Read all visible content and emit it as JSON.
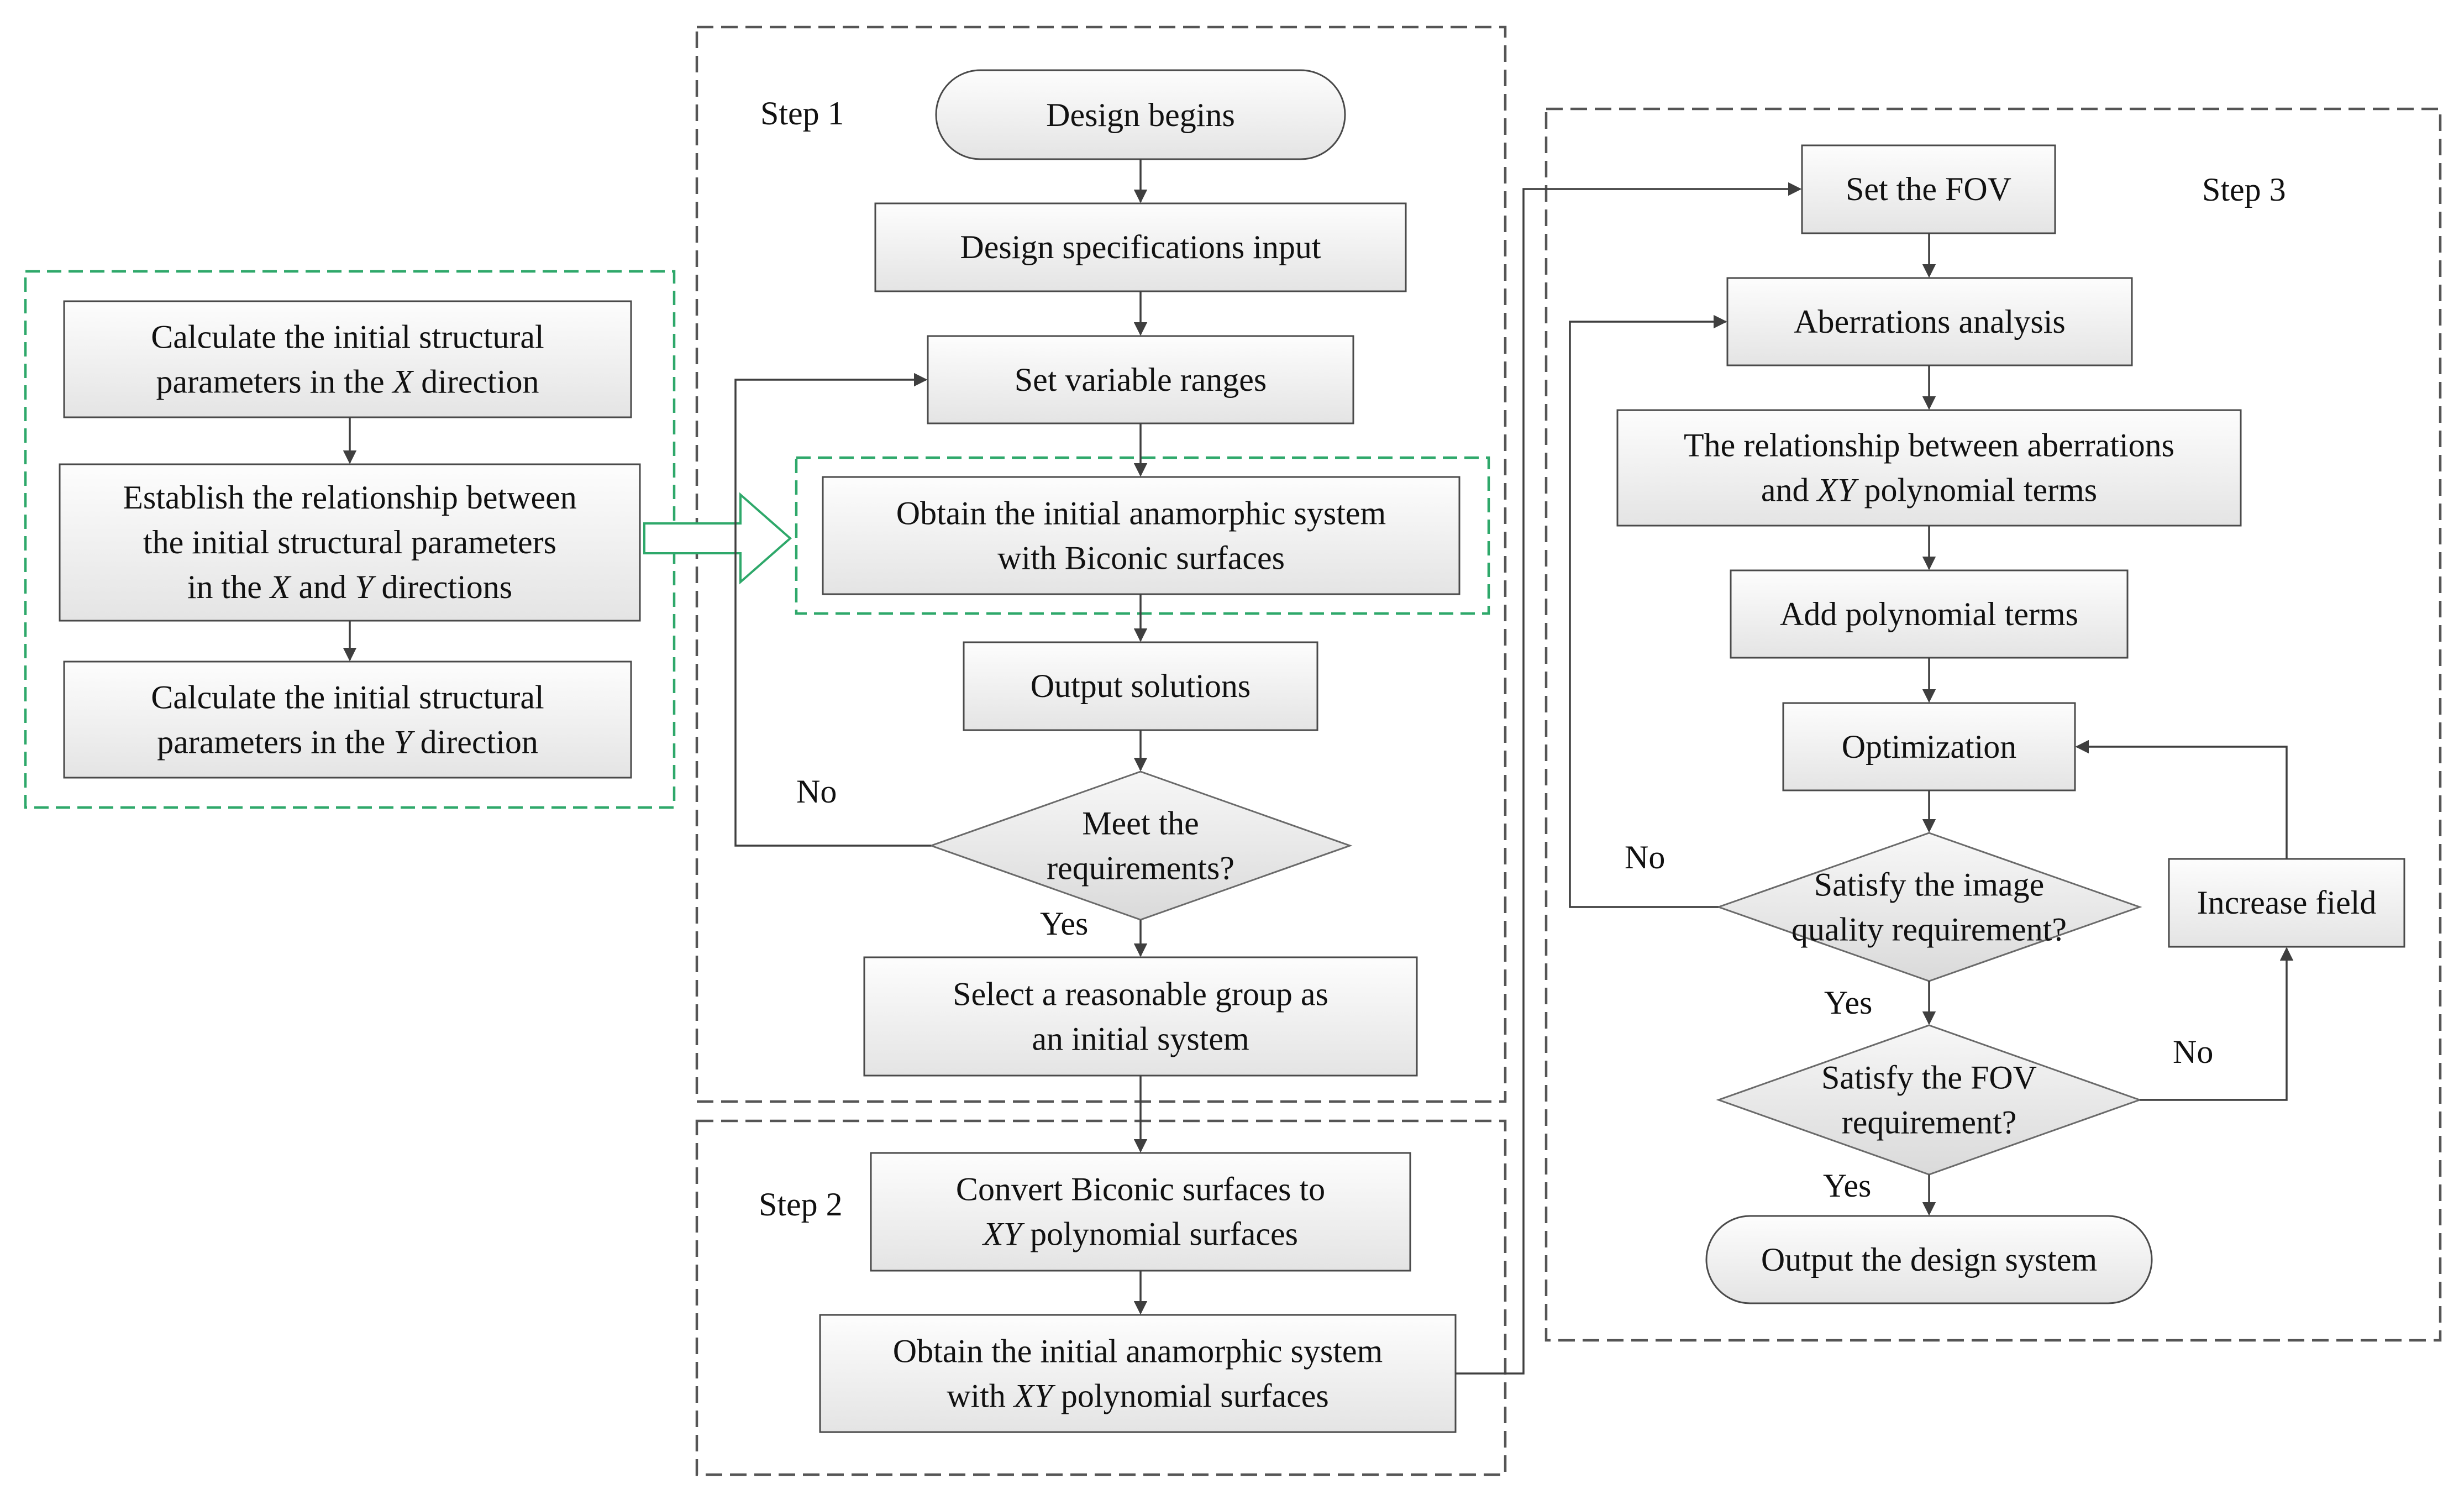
{
  "steps": {
    "step1": "Step 1",
    "step2": "Step 2",
    "step3": "Step 3"
  },
  "left_group": {
    "box_x": [
      "Calculate the initial structural",
      "parameters in the |X| direction"
    ],
    "box_rel": [
      "Establish the relationship between",
      "the initial structural parameters",
      "in the |X| and |Y| directions"
    ],
    "box_y": [
      "Calculate the initial structural",
      "parameters in the |Y| direction"
    ]
  },
  "step1_nodes": {
    "begin": [
      "Design begins"
    ],
    "spec": [
      "Design specifications input"
    ],
    "ranges": [
      "Set variable ranges"
    ],
    "biconic": [
      "Obtain the initial anamorphic system",
      "with Biconic surfaces"
    ],
    "output": [
      "Output solutions"
    ],
    "meet": [
      "Meet the",
      "requirements?"
    ],
    "select": [
      "Select a reasonable group as",
      "an initial system"
    ]
  },
  "step2_nodes": {
    "convert": [
      "Convert Biconic surfaces to",
      "|XY| polynomial surfaces"
    ],
    "obtain_xy": [
      "Obtain the initial anamorphic system",
      "with |XY| polynomial surfaces"
    ]
  },
  "step3_nodes": {
    "fov": [
      "Set the FOV"
    ],
    "aberr": [
      "Aberrations analysis"
    ],
    "relation": [
      "The relationship between aberrations",
      "and |XY| polynomial terms"
    ],
    "addterms": [
      "Add polynomial terms"
    ],
    "optim": [
      "Optimization"
    ],
    "image_q": [
      "Satisfy the image",
      "quality requirement?"
    ],
    "fov_req": [
      "Satisfy the FOV",
      "requirement?"
    ],
    "output_design": [
      "Output the design system"
    ],
    "increase": [
      "Increase field"
    ]
  },
  "branch_labels": {
    "meet_no": "No",
    "meet_yes": "Yes",
    "image_no": "No",
    "image_yes": "Yes",
    "fov_no": "No",
    "fov_yes": "Yes"
  },
  "colors": {
    "group_green": "#2ea86a",
    "group_gray": "#555555",
    "box_fill_top": "#fdfdfd",
    "box_fill_bottom": "#e6e6e6",
    "arrow_outline": "#2ea86a"
  }
}
